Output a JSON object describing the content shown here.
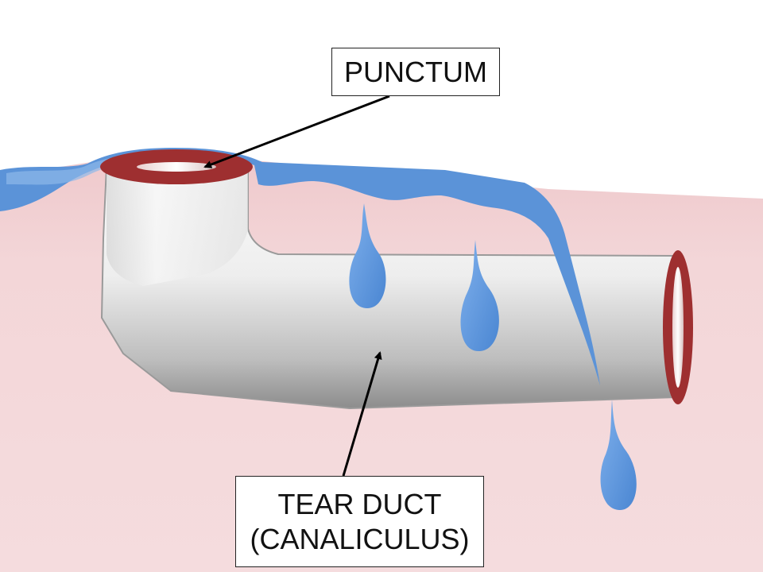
{
  "labels": {
    "punctum": "PUNCTUM",
    "tear_duct_line1": "TEAR DUCT",
    "tear_duct_line2": "(CANALICULUS)"
  },
  "colors": {
    "tissue": "#f2d4d6",
    "tissue_edge": "#e3b6ba",
    "tear": "#5b93d8",
    "tear_highlight": "#8db8ea",
    "duct_rim": "#9e2f30",
    "duct_light": "#f4f4f4",
    "duct_dark": "#8a8a8a",
    "arrow": "#000000"
  }
}
